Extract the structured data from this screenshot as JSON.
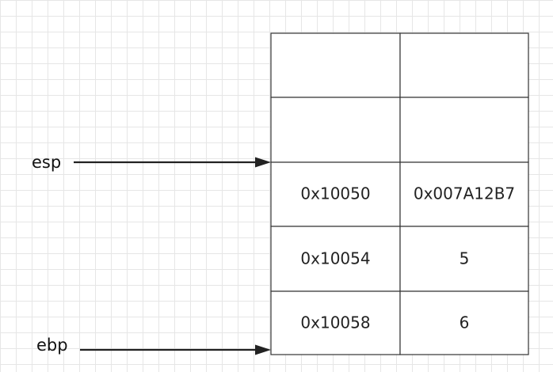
{
  "stack": {
    "rows": [
      {
        "address": "",
        "value": ""
      },
      {
        "address": "",
        "value": ""
      },
      {
        "address": "0x10050",
        "value": "0x007A12B7"
      },
      {
        "address": "0x10054",
        "value": "5"
      },
      {
        "address": "0x10058",
        "value": "6"
      }
    ]
  },
  "pointers": {
    "esp": {
      "label": "esp",
      "row": 2
    },
    "ebp": {
      "label": "ebp",
      "row": 5
    }
  },
  "colors": {
    "grid": "#e6e6e6",
    "border": "#333333",
    "arrow": "#222222",
    "text": "#222222"
  }
}
